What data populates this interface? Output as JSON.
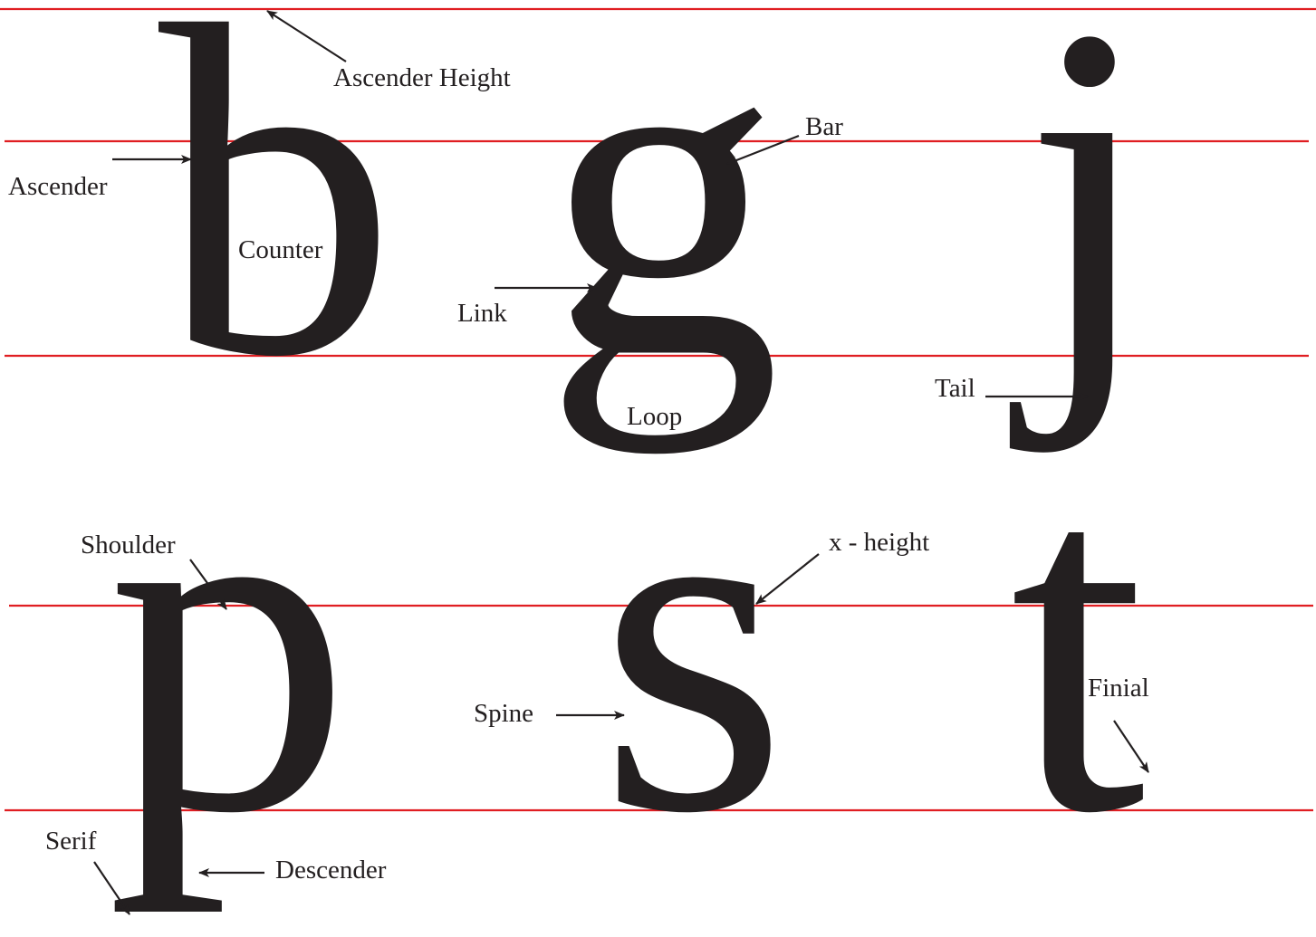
{
  "guide_color": "#e01e22",
  "ink_color": "#231f20",
  "row1": {
    "letters": [
      "b",
      "g",
      "j"
    ],
    "labels": {
      "ascender_height": "Ascender Height",
      "ascender": "Ascender",
      "counter": "Counter",
      "bar": "Bar",
      "link": "Link",
      "loop": "Loop",
      "tail": "Tail"
    }
  },
  "row2": {
    "letters": [
      "p",
      "s",
      "t"
    ],
    "labels": {
      "shoulder": "Shoulder",
      "x_height": "x - height",
      "spine": "Spine",
      "finial": "Finial",
      "serif": "Serif",
      "descender": "Descender"
    }
  }
}
